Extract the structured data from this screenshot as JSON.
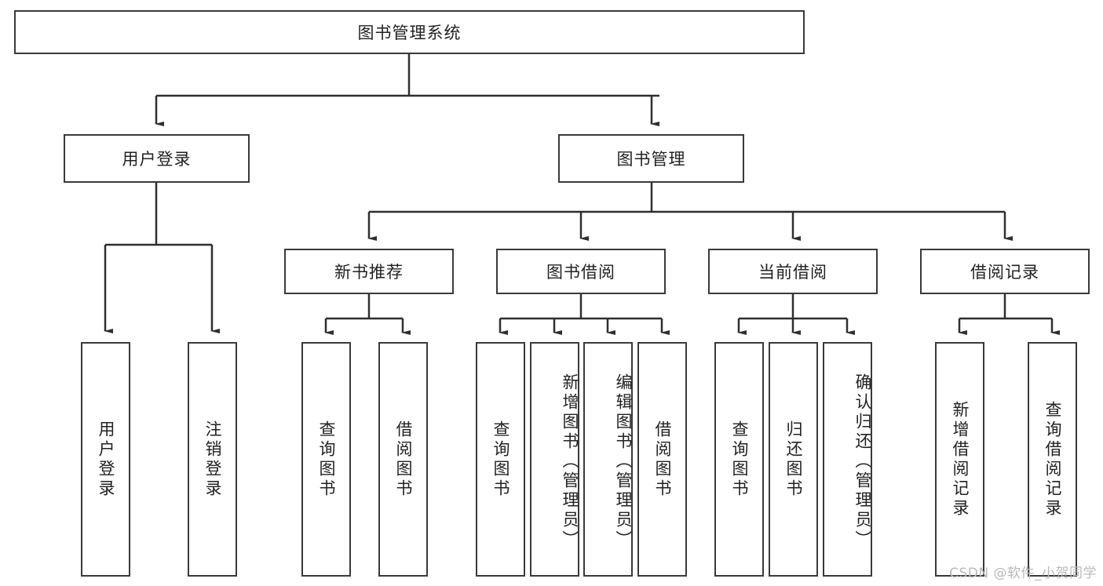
{
  "diagram": {
    "title": "图书管理系统",
    "type": "tree-hierarchy-chart",
    "root": {
      "label": "图书管理系统"
    },
    "level2": [
      {
        "label": "用户登录"
      },
      {
        "label": "图书管理"
      }
    ],
    "level3": [
      {
        "label": "新书推荐"
      },
      {
        "label": "图书借阅"
      },
      {
        "label": "当前借阅"
      },
      {
        "label": "借阅记录"
      }
    ],
    "leaves": {
      "user_login": [
        {
          "label": "用户登录"
        },
        {
          "label": "注销登录"
        }
      ],
      "new_book_recommend": [
        {
          "label": "查询图书"
        },
        {
          "label": "借阅图书"
        }
      ],
      "book_borrow": [
        {
          "label": "查询图书"
        },
        {
          "label": "新增图书（管理员）"
        },
        {
          "label": "编辑图书（管理员）"
        },
        {
          "label": "借阅图书"
        }
      ],
      "current_borrow": [
        {
          "label": "查询图书"
        },
        {
          "label": "归还图书"
        },
        {
          "label": "确认归还（管理员）"
        }
      ],
      "borrow_record": [
        {
          "label": "新增借阅记录"
        },
        {
          "label": "查询借阅记录"
        }
      ]
    }
  },
  "watermark": {
    "text": "CSDN @软件_小贺同学"
  },
  "colors": {
    "border": "#3a3a3a",
    "background": "#ffffff",
    "text": "#222222",
    "watermark": "#b9b9b9"
  }
}
